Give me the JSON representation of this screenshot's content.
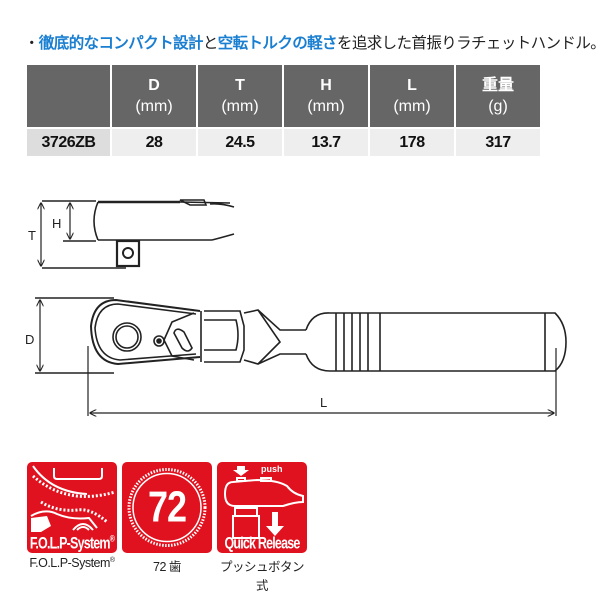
{
  "headline": {
    "bullet": "・",
    "highlight1": "徹底的なコンパクト設計",
    "connector": "と",
    "highlight2": "空転トルクの軽さ",
    "rest": "を追求した首振りラチェットハンドル。"
  },
  "spec_table": {
    "headers": [
      {
        "symbol": "",
        "unit": ""
      },
      {
        "symbol": "D",
        "unit": "(mm)"
      },
      {
        "symbol": "T",
        "unit": "(mm)"
      },
      {
        "symbol": "H",
        "unit": "(mm)"
      },
      {
        "symbol": "L",
        "unit": "(mm)"
      },
      {
        "symbol": "重量",
        "unit": "(g)"
      }
    ],
    "rows": [
      {
        "model": "3726ZB",
        "D": "28",
        "T": "24.5",
        "H": "13.7",
        "L": "178",
        "weight": "317"
      }
    ]
  },
  "drawing": {
    "side_view": {
      "label_T": "T",
      "label_H": "H"
    },
    "top_view": {
      "label_D": "D",
      "label_L": "L"
    }
  },
  "badges": [
    {
      "icon": "folp-system-icon",
      "badge_text": "F.O.L.P-System",
      "reg": "®",
      "caption": "F.O.L.P-System",
      "caption_reg": "®"
    },
    {
      "icon": "72-teeth-icon",
      "badge_text": "72",
      "caption": "72 歯"
    },
    {
      "icon": "quick-release-icon",
      "badge_text": "Quick Release",
      "push_text": "push",
      "caption": "プッシュボタン式"
    }
  ],
  "colors": {
    "highlight_blue": "#1a7fd1",
    "table_header_gray": "#666666",
    "table_row_bg": "#eeeeee",
    "badge_red": "#e0121f"
  }
}
